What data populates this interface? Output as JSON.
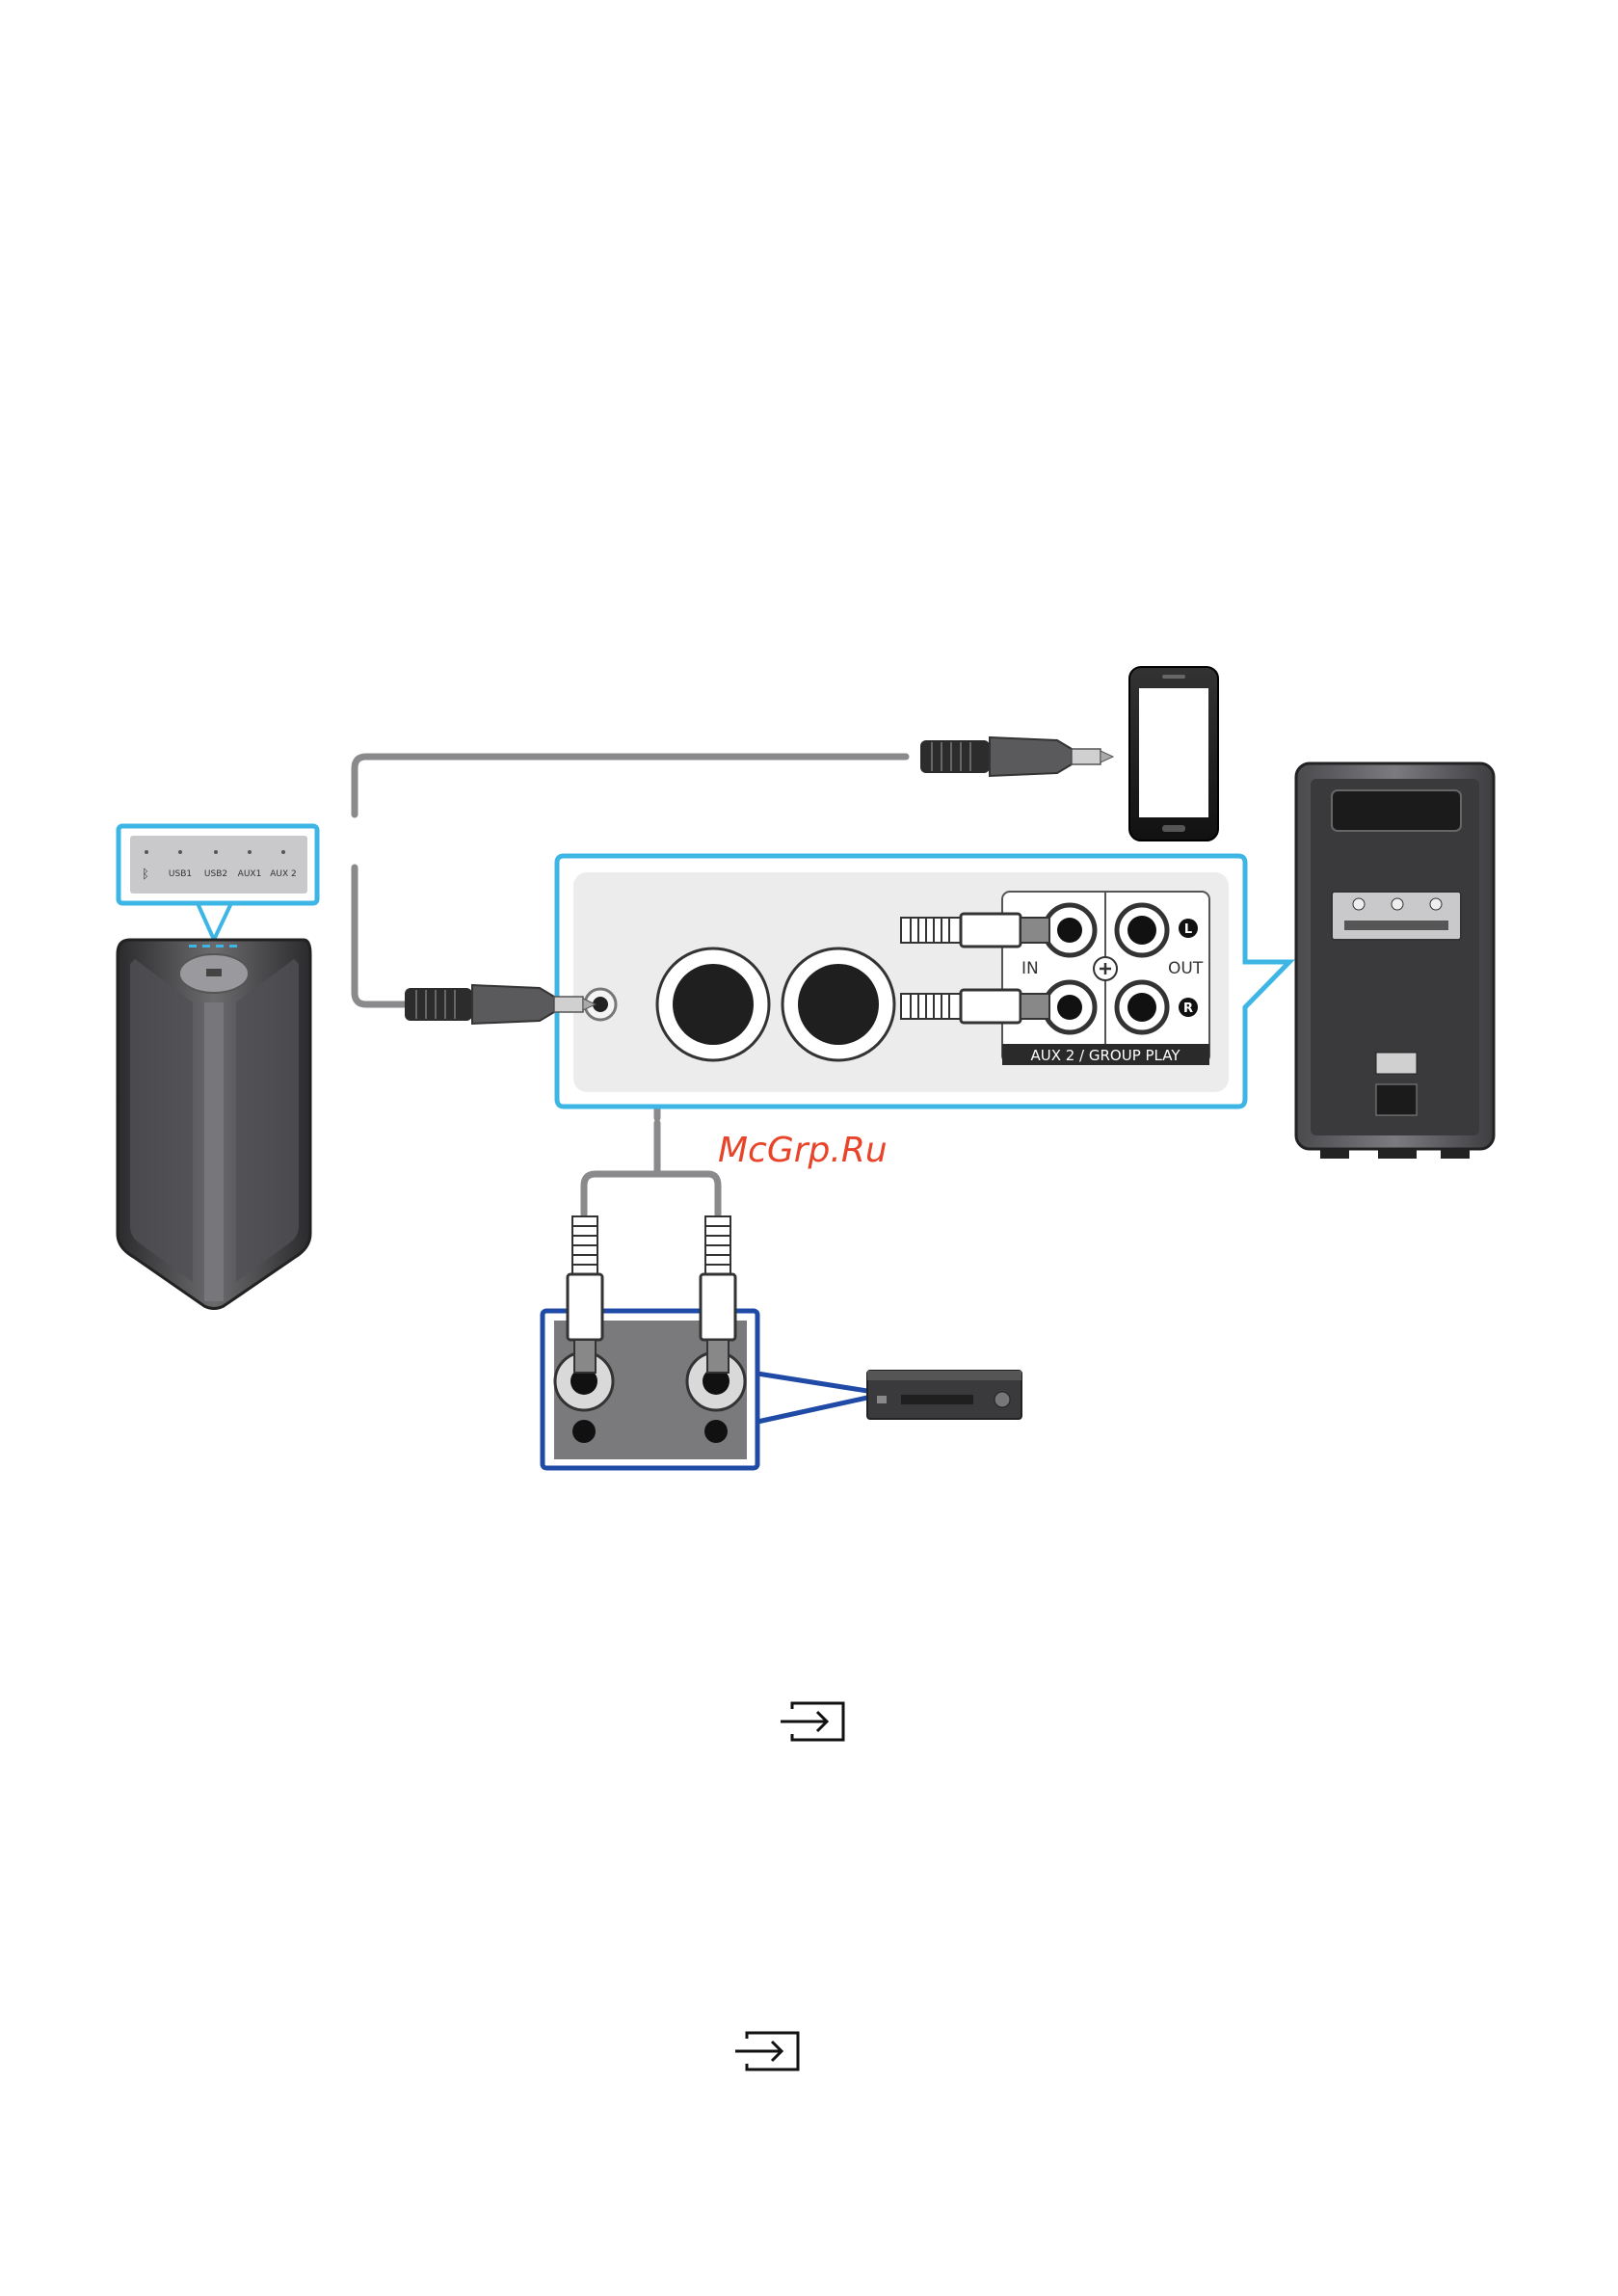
{
  "source_buttons": {
    "bluetooth_icon": "bluetooth-icon",
    "labels": [
      "USB1",
      "USB2",
      "AUX1",
      "AUX 2"
    ]
  },
  "panel": {
    "in_label": "IN",
    "out_label": "OUT",
    "left_marker": "L",
    "right_marker": "R",
    "aux_group_label": "AUX 2 / GROUP PLAY"
  },
  "watermark": "McGrp.Ru",
  "icons": {
    "input_icon_1": "input-source-icon",
    "input_icon_2": "input-source-icon"
  },
  "colors": {
    "highlight_blue": "#3db6e6",
    "panel_grey": "#ececec",
    "device_dark": "#3a3a3c",
    "watermark_red": "#e8442a",
    "rca_frame_blue": "#1f4aa6"
  }
}
